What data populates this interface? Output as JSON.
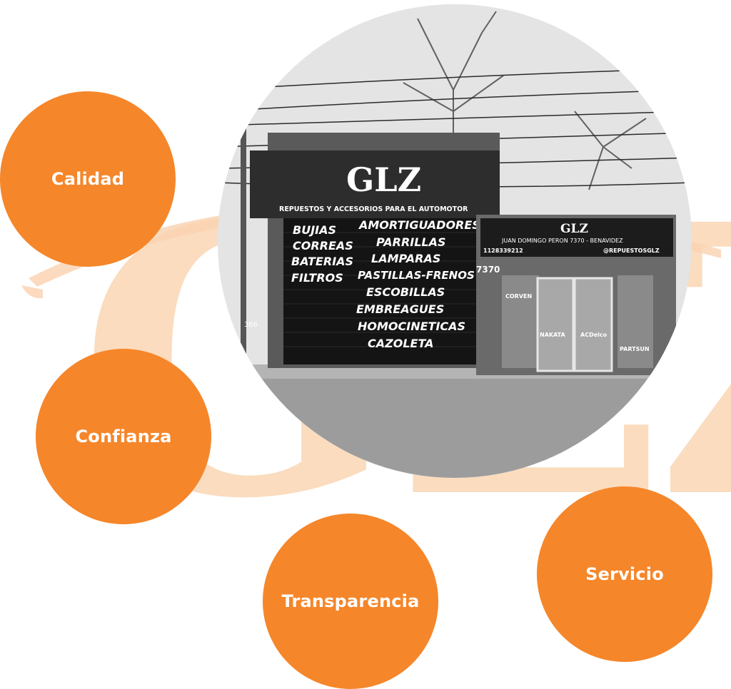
{
  "values": {
    "calidad": "Calidad",
    "confianza": "Confianza",
    "transparencia": "Transparencia",
    "servicio": "Servicio"
  },
  "store": {
    "brand": "GLZ",
    "tagline": "REPUESTOS Y ACCESORIOS PARA EL AUTOMOTOR",
    "address": "JUAN DOMINGO PERON 7370 - BENAVIDEZ",
    "phone": "1128339212",
    "social": "@REPUESTOSGLZ",
    "number": "7370",
    "side_number": "366",
    "products_left": [
      "BUJIAS",
      "CORREAS",
      "BATERIAS",
      "FILTROS"
    ],
    "products_right": [
      "AMORTIGUADORES",
      "PARRILLAS",
      "LAMPARAS",
      "PASTILLAS-FRENOS",
      "ESCOBILLAS",
      "EMBREAGUES",
      "HOMOCINETICAS",
      "CAZOLETA"
    ],
    "window_brands": [
      "CORVEN",
      "NAKATA",
      "ACDelco",
      "PARTSUN"
    ]
  },
  "colors": {
    "accent": "#f5862a",
    "watermark": "#fbd9bd"
  }
}
